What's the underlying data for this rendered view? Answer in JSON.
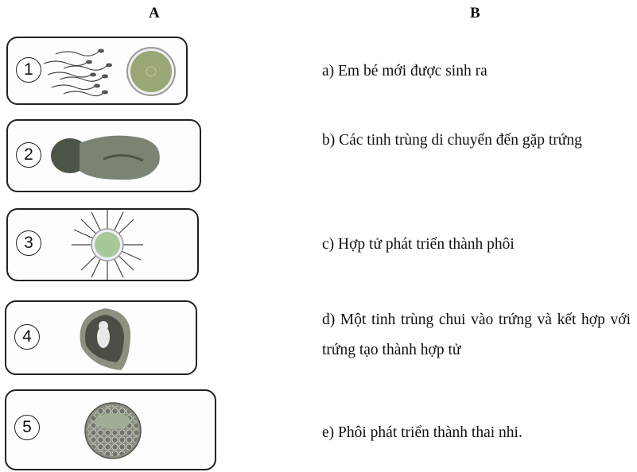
{
  "headers": {
    "a": "A",
    "b": "B"
  },
  "pictures": [
    {
      "number": "1",
      "icon": "sperm-and-egg-icon"
    },
    {
      "number": "2",
      "icon": "newborn-baby-icon"
    },
    {
      "number": "3",
      "icon": "fertilized-egg-icon"
    },
    {
      "number": "4",
      "icon": "fetus-icon"
    },
    {
      "number": "5",
      "icon": "embryo-icon"
    }
  ],
  "statements": [
    "a) Em bé mới được sinh ra",
    "b) Các tinh trùng di chuyển đến gặp trứng",
    "c) Hợp tử phát triển thành phôi",
    "d) Một tinh trùng chui vào trứng và kết hợp với trứng tạo thành hợp tử",
    "e) Phôi phát triển thành thai nhi."
  ]
}
